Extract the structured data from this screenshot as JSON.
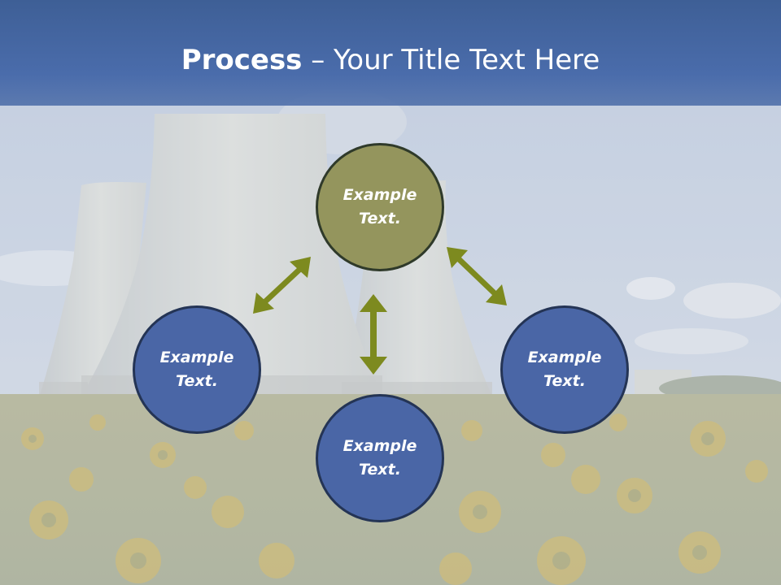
{
  "title": {
    "bold_part": "Process",
    "rest_part": " – Your Title Text Here"
  },
  "diagram": {
    "nodes": [
      {
        "id": "top",
        "label": "Example\nText.",
        "line1": "Example",
        "line2": "Text.",
        "color": "#94955d"
      },
      {
        "id": "left",
        "line1": "Example",
        "line2": "Text.",
        "color": "#4a66a6"
      },
      {
        "id": "right",
        "line1": "Example",
        "line2": "Text.",
        "color": "#4a66a6"
      },
      {
        "id": "bottom",
        "line1": "Example",
        "line2": "Text.",
        "color": "#4a66a6"
      }
    ],
    "arrow_color": "#7d8a1f"
  },
  "colors": {
    "title_bar": "#4a6cab",
    "accent_olive": "#94955d",
    "accent_blue": "#4a66a6"
  }
}
